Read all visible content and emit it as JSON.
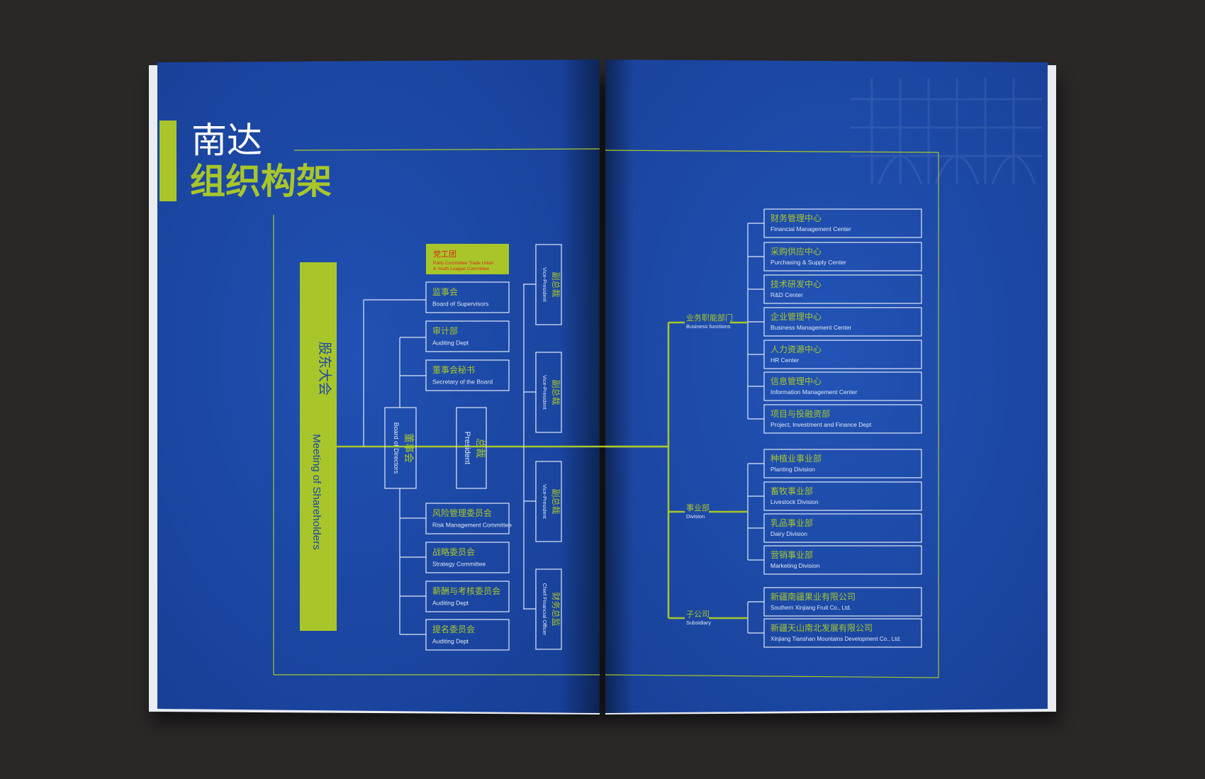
{
  "title": {
    "line1": "南达",
    "line2": "组织构架"
  },
  "colors": {
    "page_bg": "#2a2727",
    "page_blue": "#1c48a6",
    "accent_green": "#a8c62a",
    "line_white": "#dfe8f7",
    "party_red": "#d62a1a"
  },
  "left": {
    "shareholders": {
      "zh": "股东大会",
      "en": "Meeting of Shareholders"
    },
    "board": {
      "zh": "董事会",
      "en": "Board of Directors"
    },
    "president": {
      "zh": "总裁",
      "en": "President"
    },
    "party": {
      "zh": "党工团",
      "en_line1": "Party Committee Trade Union",
      "en_line2": "& Youth League Committee"
    },
    "upper_boxes": [
      {
        "zh": "监事会",
        "en": "Board of Supervisors"
      },
      {
        "zh": "审计部",
        "en": "Auditing Dept"
      },
      {
        "zh": "董事会秘书",
        "en": "Secretary of the Board"
      }
    ],
    "lower_boxes": [
      {
        "zh": "风险管理委员会",
        "en": "Risk Management Committee"
      },
      {
        "zh": "战略委员会",
        "en": "Strategy Committee"
      },
      {
        "zh": "薪酬与考核委员会",
        "en": "Auditing Dept"
      },
      {
        "zh": "提名委员会",
        "en": "Auditing Dept"
      }
    ],
    "vice_boxes": [
      {
        "zh": "副总裁",
        "en": "Vice-President"
      },
      {
        "zh": "副总裁",
        "en": "Vice-President"
      },
      {
        "zh": "副总裁",
        "en": "Vice-President"
      },
      {
        "zh": "财务总监",
        "en": "Chief Financial Officer"
      }
    ]
  },
  "right": {
    "groups": [
      {
        "zh": "业务职能部门",
        "en": "Business functions"
      },
      {
        "zh": "事业部",
        "en": "Division"
      },
      {
        "zh": "子公司",
        "en": "Subsidiary"
      }
    ],
    "business_boxes": [
      {
        "zh": "财务管理中心",
        "en": "Financial Management Center"
      },
      {
        "zh": "采购供应中心",
        "en": "Purchasing & Supply Center"
      },
      {
        "zh": "技术研发中心",
        "en": "R&D Center"
      },
      {
        "zh": "企业管理中心",
        "en": "Business Management Center"
      },
      {
        "zh": "人力资源中心",
        "en": "HR Center"
      },
      {
        "zh": "信息管理中心",
        "en": "Information Management Center"
      },
      {
        "zh": "项目与投融资部",
        "en": "Project, Investment and Finance Dept"
      }
    ],
    "division_boxes": [
      {
        "zh": "种植业事业部",
        "en": "Planting Division"
      },
      {
        "zh": "畜牧事业部",
        "en": "Livestock Division"
      },
      {
        "zh": "乳品事业部",
        "en": "Dairy Division"
      },
      {
        "zh": "营销事业部",
        "en": "Marketing Division"
      }
    ],
    "subsidiary_boxes": [
      {
        "zh": "新疆南疆果业有限公司",
        "en": "Southern Xinjiang Fruit Co., Ltd."
      },
      {
        "zh": "新疆天山南北发展有限公司",
        "en": "Xinjiang Tianshan Mountains Development Co., Ltd."
      }
    ]
  }
}
